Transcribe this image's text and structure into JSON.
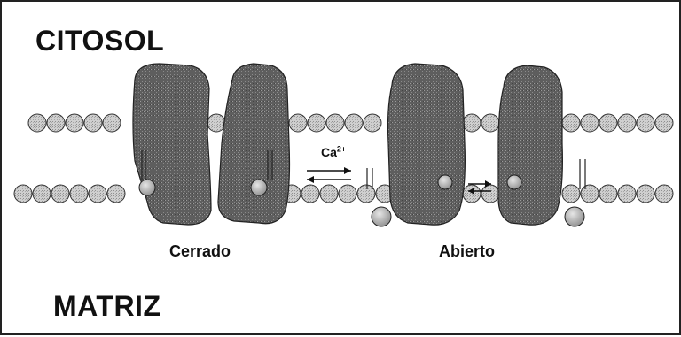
{
  "labels": {
    "cytosol": "CITOSOL",
    "matrix": "MATRIZ",
    "closed": "Cerrado",
    "open": "Abierto",
    "ion_base": "Ca",
    "ion_charge": "2+"
  },
  "colors": {
    "protein": "#6b6b6b",
    "lipid_head": "#c8c8c8",
    "outline": "#222222",
    "background": "#ffffff"
  }
}
